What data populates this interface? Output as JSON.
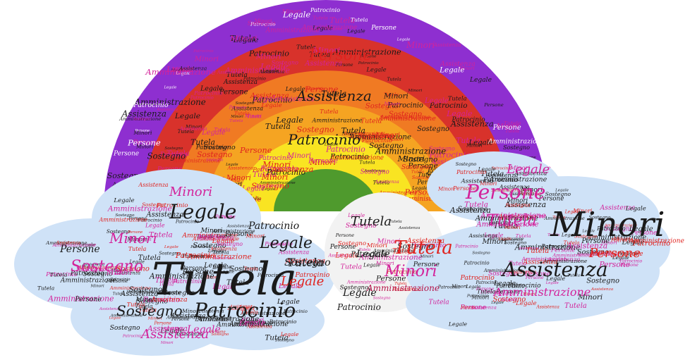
{
  "colors": {
    "violet": "#8e2fd0",
    "red": "#d8322b",
    "orange": "#f07a23",
    "amber": "#f5a422",
    "yellow": "#f9e422",
    "green": "#4f9a2d",
    "cloud_blue": "#cfe2f7",
    "cloud_white": "#f2f2f2",
    "ink_black": "#1a1a1a",
    "ink_magenta": "#d3239a",
    "ink_red": "#e0231f",
    "ink_crimson": "#b5154a"
  },
  "words": {
    "tutela": "Tutela",
    "minori": "Minori",
    "legale": "Legale",
    "persone": "Persone",
    "assistenza": "Assistenza",
    "patrocinio": "Patrocinio",
    "sostegno": "Sostegno",
    "amministrazione": "Amministrazione"
  }
}
